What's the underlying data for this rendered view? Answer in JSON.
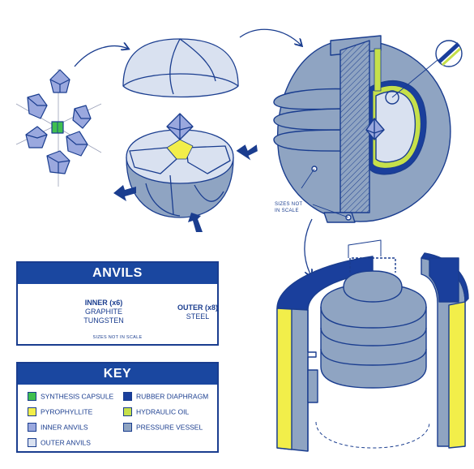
{
  "colors": {
    "navy": "#1a3d8f",
    "header": "#1a47a0",
    "synthesis_capsule": "#3fbf4f",
    "pyrophyllite": "#f2ee4a",
    "inner_anvils": "#9aa8de",
    "outer_anvils": "#d9e1f0",
    "rubber_diaphragm": "#1a3f9c",
    "hydraulic_oil": "#c6e04a",
    "pressure_vessel": "#8fa4c2"
  },
  "anvils_panel": {
    "title": "ANVILS",
    "inner_line1": "INNER (x6)",
    "inner_line2": "GRAPHITE",
    "inner_line3": "TUNGSTEN",
    "outer_line1": "OUTER (x8)",
    "outer_line2": "STEEL",
    "note": "SIZES NOT IN SCALE"
  },
  "key_panel": {
    "title": "KEY",
    "items": [
      {
        "label": "SYNTHESIS CAPSULE",
        "color": "#3fbf4f"
      },
      {
        "label": "PYROPHYLLITE",
        "color": "#f2ee4a"
      },
      {
        "label": "INNER ANVILS",
        "color": "#9aa8de"
      },
      {
        "label": "OUTER ANVILS",
        "color": "#d9e1f0"
      },
      {
        "label": "RUBBER DIAPHRAGM",
        "color": "#1a3f9c"
      },
      {
        "label": "HYDRAULIC OIL",
        "color": "#c6e04a"
      },
      {
        "label": "PRESSURE VESSEL",
        "color": "#8fa4c2"
      }
    ]
  },
  "diagram_note": {
    "line1": "SIZES NOT",
    "line2": "IN SCALE"
  }
}
